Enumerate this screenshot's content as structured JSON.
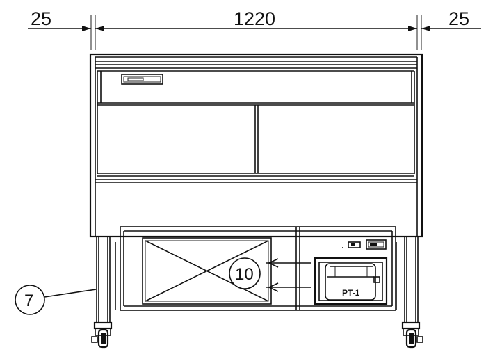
{
  "dimensions": {
    "left": "25",
    "center": "1220",
    "right": "25"
  },
  "callouts": {
    "leg": "7",
    "coil": "10"
  },
  "labels": {
    "compressor": "PT-1"
  }
}
